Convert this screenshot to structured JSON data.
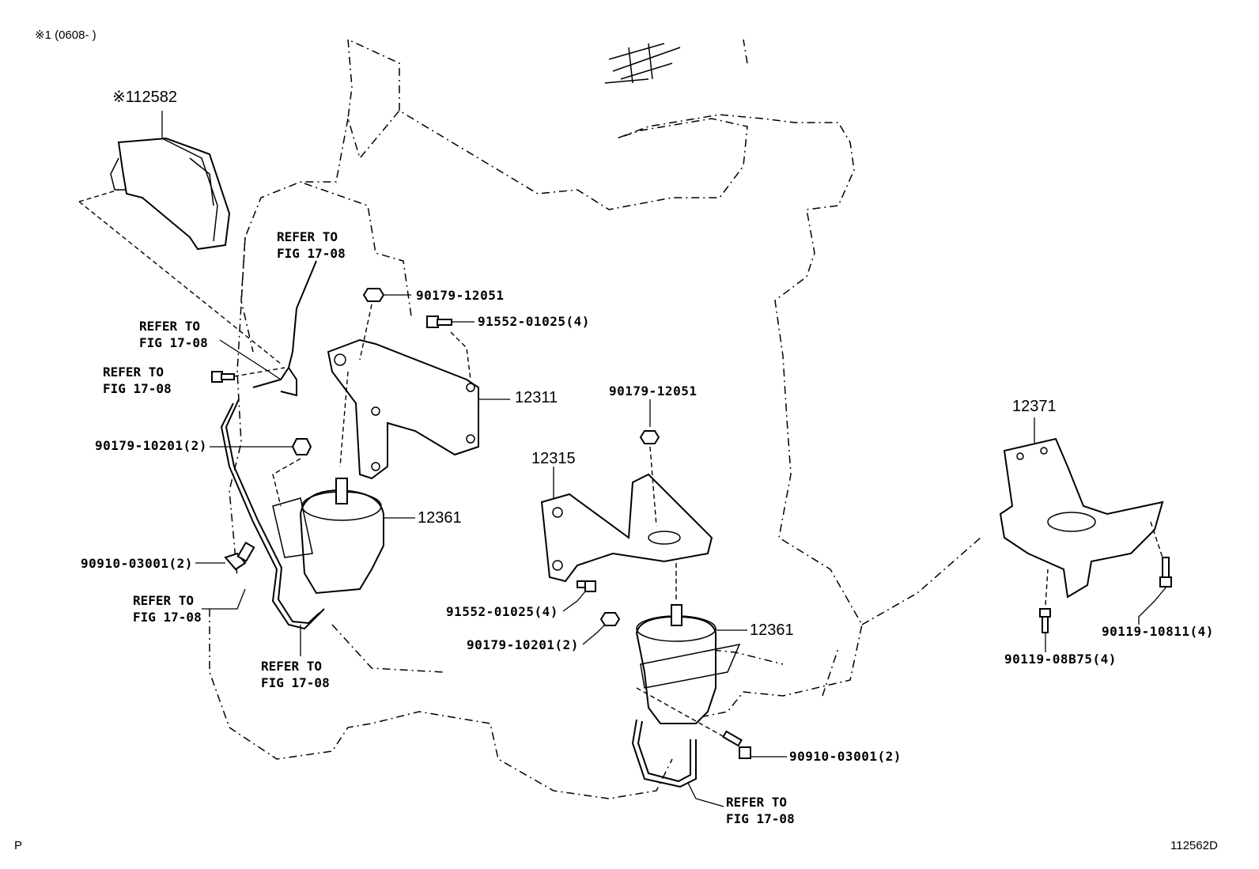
{
  "header_note": "※1 (0608-        )",
  "footer_left": "P",
  "footer_right": "112562D",
  "parts": {
    "p12582": "※112582",
    "p12311": "12311",
    "p12315": "12315",
    "p12361a": "12361",
    "p12361b": "12361",
    "p12371": "12371",
    "p90179_12051a": "90179-12051",
    "p91552_a": "91552-01025(4)",
    "p90179_10201a": "90179-10201(2)",
    "p90910_a": "90910-03001(2)",
    "p90179_12051b": "90179-12051",
    "p91552_b": "91552-01025(4)",
    "p90179_10201b": "90179-10201(2)",
    "p90910_b": "90910-03001(2)",
    "p90119_10811": "90119-10811(4)",
    "p90119_08b75": "90119-08B75(4)"
  },
  "refer": {
    "line1": "REFER TO",
    "line2": "FIG 17-08"
  },
  "icons": [
    "engine-outline",
    "engine-mount-insulator",
    "mount-bracket",
    "nut",
    "bolt",
    "wire-harness-clamp",
    "bracket-cover"
  ]
}
